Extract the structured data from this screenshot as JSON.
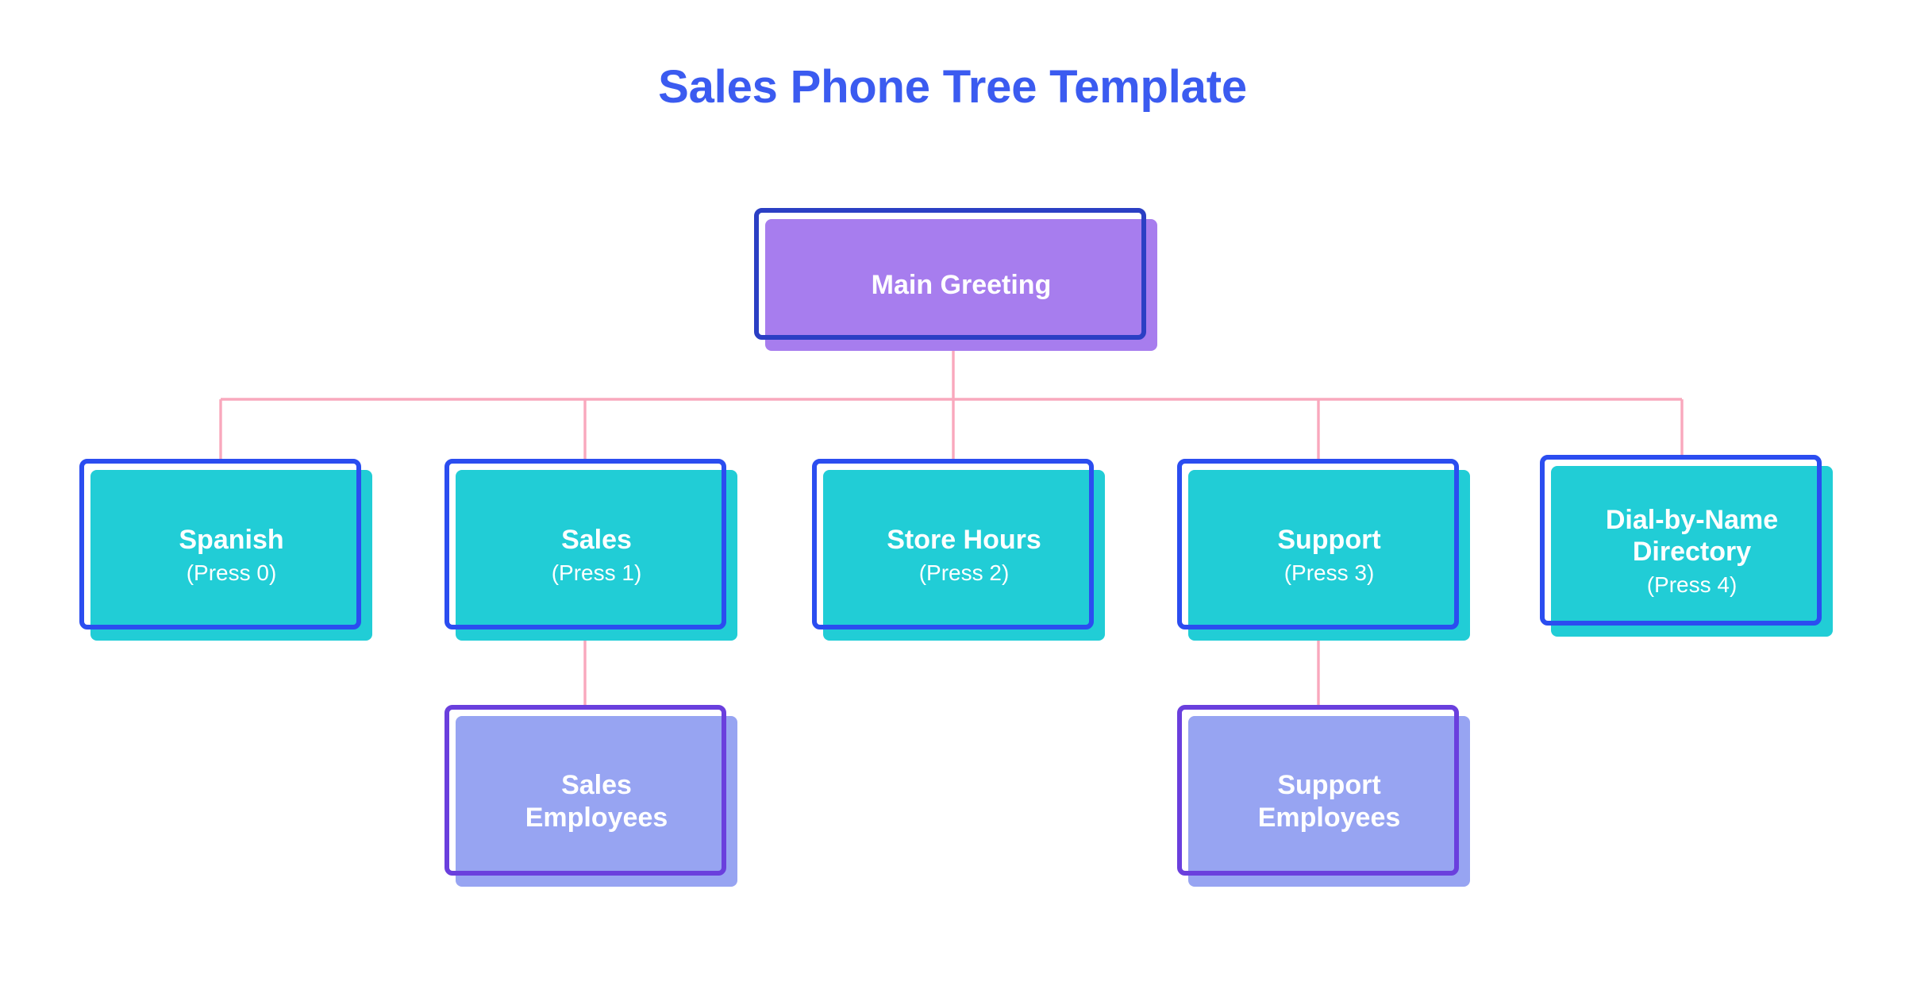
{
  "page": {
    "title": "Sales Phone Tree Template",
    "background": "#ffffff"
  },
  "colors": {
    "title_blue": "#3b5bf0",
    "root_fill": "#a77dee",
    "root_border": "#2b3fc4",
    "option_fill": "#21cdd6",
    "option_border": "#2b4df0",
    "leaf_fill": "#97a4f2",
    "leaf_border": "#6a3fdd",
    "connector_pink": "#f9a8bd",
    "node_text": "#ffffff"
  },
  "chart_data": {
    "type": "diagram",
    "title": "Sales Phone Tree Template",
    "nodes": [
      {
        "id": "root",
        "label": "Main Greeting",
        "press": "",
        "level": 0,
        "kind": "root"
      },
      {
        "id": "spanish",
        "label": "Spanish",
        "press": "(Press 0)",
        "level": 1,
        "kind": "option"
      },
      {
        "id": "sales",
        "label": "Sales",
        "press": "(Press 1)",
        "level": 1,
        "kind": "option"
      },
      {
        "id": "hours",
        "label": "Store Hours",
        "press": "(Press 2)",
        "level": 1,
        "kind": "option"
      },
      {
        "id": "support",
        "label": "Support",
        "press": "(Press 3)",
        "level": 1,
        "kind": "option"
      },
      {
        "id": "directory",
        "label": "Dial-by-Name\nDirectory",
        "press": "(Press 4)",
        "level": 1,
        "kind": "option"
      },
      {
        "id": "salesemp",
        "label": "Sales\nEmployees",
        "press": "",
        "level": 2,
        "kind": "leaf"
      },
      {
        "id": "supportemp",
        "label": "Support\nEmployees",
        "press": "",
        "level": 2,
        "kind": "leaf"
      }
    ],
    "edges": [
      {
        "from": "root",
        "to": "spanish"
      },
      {
        "from": "root",
        "to": "sales"
      },
      {
        "from": "root",
        "to": "hours"
      },
      {
        "from": "root",
        "to": "support"
      },
      {
        "from": "root",
        "to": "directory"
      },
      {
        "from": "sales",
        "to": "salesemp"
      },
      {
        "from": "support",
        "to": "supportemp"
      }
    ]
  },
  "nodes": {
    "root": {
      "title": "Main Greeting",
      "sub": ""
    },
    "spanish": {
      "title": "Spanish",
      "sub": "(Press 0)"
    },
    "sales": {
      "title": "Sales",
      "sub": "(Press 1)"
    },
    "hours": {
      "title": "Store Hours",
      "sub": "(Press 2)"
    },
    "support": {
      "title": "Support",
      "sub": "(Press 3)"
    },
    "directory": {
      "title": "Dial-by-Name\nDirectory",
      "sub": "(Press 4)"
    },
    "salesemp": {
      "title": "Sales\nEmployees",
      "sub": ""
    },
    "supportemp": {
      "title": "Support\nEmployees",
      "sub": ""
    }
  }
}
